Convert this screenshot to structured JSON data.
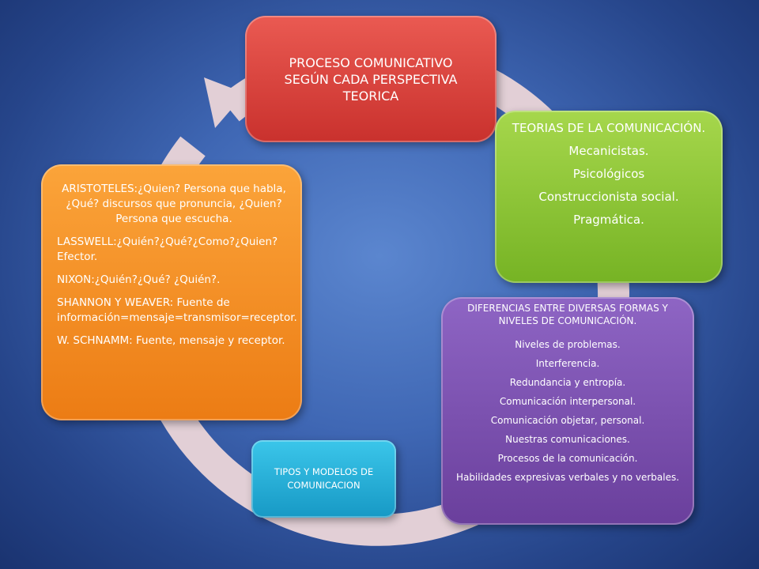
{
  "colors": {
    "background": "#3f67b4",
    "ring": "#e2cfd6",
    "red": "#d9403b",
    "green": "#8cc43a",
    "purple": "#7b52b0",
    "cyan": "#29b1dc",
    "orange": "#f58f24"
  },
  "nodes": {
    "red": {
      "text": "PROCESO COMUNICATIVO SEGÚN CADA PERSPECTIVA TEORICA"
    },
    "green": {
      "title": "TEORIAS DE LA COMUNICACIÓN.",
      "items": [
        "Mecanicistas.",
        "Psicológicos",
        "Construccionista social.",
        "Pragmática."
      ]
    },
    "purple": {
      "title": "DIFERENCIAS ENTRE DIVERSAS FORMAS Y NIVELES DE COMUNICACIÓN.",
      "items": [
        "Niveles de problemas.",
        "Interferencia.",
        "Redundancia y entropía.",
        "Comunicación interpersonal.",
        "Comunicación objetar, personal.",
        "Nuestras comunicaciones.",
        "Procesos de la comunicación.",
        "Habilidades expresivas verbales y no verbales."
      ]
    },
    "cyan": {
      "text": "TIPOS Y MODELOS DE COMUNICACION"
    },
    "orange": {
      "items": [
        "ARISTOTELES:¿Quien? Persona que habla, ¿Qué? discursos que pronuncia, ¿Quien? Persona que escucha.",
        "LASSWELL:¿Quién?¿Qué?¿Como?¿Quien? Efector.",
        "NIXON:¿Quién?¿Qué? ¿Quién?.",
        "SHANNON Y WEAVER: Fuente de información=mensaje=transmisor=receptor.",
        "W. SCHNAMM: Fuente, mensaje  y receptor."
      ]
    }
  }
}
